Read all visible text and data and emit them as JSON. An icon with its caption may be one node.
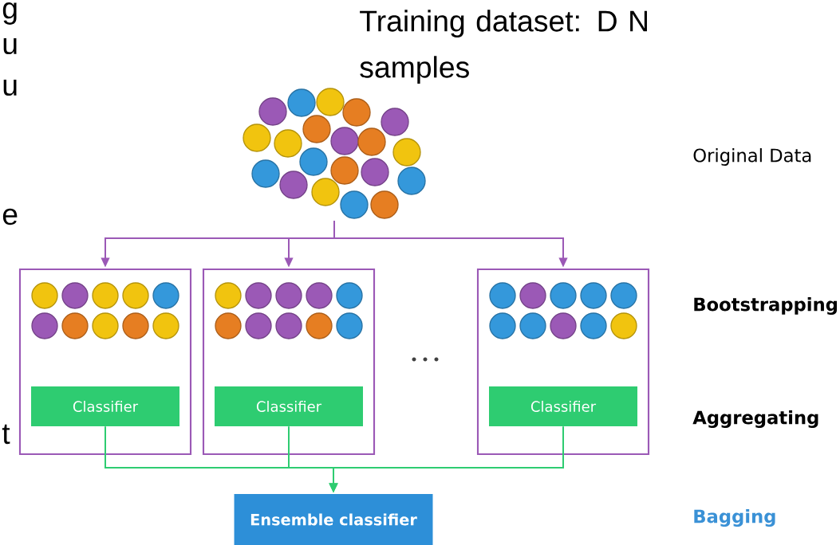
{
  "diagram": {
    "title": "Training dataset: D N samples",
    "nodes": [
      {
        "text": [],
        "shape": "picture"
      },
      {
        "text": [],
        "shape": "box"
      },
      {
        "text": [
          "Classifier"
        ],
        "in": 1
      },
      {
        "text": [],
        "shape": "box"
      },
      {
        "text": [
          "Classifier"
        ],
        "in": 3
      },
      {
        "text": [],
        "shape": "box"
      },
      {
        "text": [
          "Classifier"
        ],
        "in": 5
      },
      {
        "text": [
          "Ensemble classifier"
        ]
      }
    ],
    "edges": [
      {
        "from": 0,
        "to": 1,
        "arrow": "to",
        "color": "#9b59b6"
      },
      {
        "from": 0,
        "to": 3,
        "arrow": "to",
        "color": "#9b59b6"
      },
      {
        "from": 0,
        "to": 5,
        "arrow": "to",
        "color": "#9b59b6"
      },
      {
        "from": 2,
        "to": 7,
        "arrow": "to",
        "color": "#2ecc71"
      },
      {
        "from": 4,
        "to": 7,
        "arrow": "to",
        "color": "#2ecc71"
      },
      {
        "from": 6,
        "to": 7,
        "arrow": "to",
        "color": "#2ecc71"
      }
    ],
    "labels": [
      "g",
      "u",
      "u",
      "e",
      "t",
      "Original Data",
      "Bootstrapping",
      "Aggregating",
      "Bagging"
    ]
  }
}
